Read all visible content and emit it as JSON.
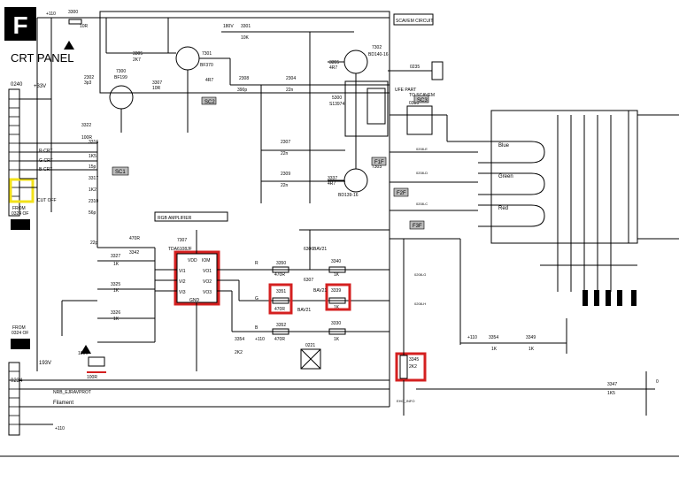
{
  "sheet": {
    "letter": "F",
    "panel_title": "CRT PANEL"
  },
  "labels": {
    "rgb_amplifier": "RGB AMPLIFIER",
    "scavem_circuit": "SCAVEM CIRCUIT",
    "ufe_part": "UFE PART",
    "to_scavem": "TO SCAVEM",
    "scavem_conn": "0383",
    "cut_off": "CUT OFF",
    "from_upper": "FROM",
    "from_upper_ref": "0324 OF",
    "from_lower": "FROM",
    "from_lower_ref": "0324 OF",
    "filament": "Filament",
    "ic_name": "TDA6108JF",
    "ic_ref": "7307",
    "ic_vdd": "VDD",
    "ic_gnd": "GND",
    "ic_iom": "IOM",
    "ic_vi1": "VI1",
    "ic_vi2": "VI2",
    "ic_vi3": "VI3",
    "ic_vo1": "VO1",
    "ic_vo2": "VO2",
    "ic_vo3": "VO3",
    "blue": "Blue",
    "green": "Green",
    "red": "Red",
    "conn_0240": "0240",
    "conn_0234": "0234",
    "v_193": "193V",
    "v_180": "180V",
    "v_p110": "+110",
    "v_p33v": "+33V",
    "sc1": "SC1",
    "sc2": "SC2",
    "sc3": "SC3",
    "f1f": "F1F",
    "f2f": "F2F",
    "f3f": "F3F",
    "rcrt": "R-CRT",
    "gcrt": "G-CRT",
    "bcrt": "B-CRT",
    "nrb": "NRB_EJRAVPROT",
    "eho": "EHO_INFO"
  },
  "transistors": [
    {
      "ref": "7300",
      "type": "BF199"
    },
    {
      "ref": "7301",
      "type": "BF370"
    },
    {
      "ref": "7302",
      "type": "BD140-16"
    },
    {
      "ref": "7303",
      "type": "BD139-16"
    }
  ],
  "components": {
    "r3300": "3300",
    "r3300v": "10R",
    "r3301": "3301",
    "r3301v": "10K",
    "r3305": "3305",
    "r3305v": "2K7",
    "r3307": "3307",
    "r3307v": "10R",
    "r3322": "3322",
    "r3322v": "100R",
    "r3316": "3316",
    "r3316v": "1K5",
    "r3317": "3317",
    "r3317v": "1K2",
    "r3342": "3342",
    "r3342v": "470R",
    "r3327": "3327",
    "r3327v": "1K",
    "r3325": "3325",
    "r3325v": "1K",
    "r3326": "3326",
    "r3326v": "1K",
    "r3350": "3350",
    "r3350v": "470R",
    "r3351": "3351",
    "r3351v": "470R",
    "r3352": "3352",
    "r3352v": "470R",
    "r3340": "3340",
    "r3340v": "1K",
    "r3339": "3339",
    "r3339v": "1K",
    "r3330": "3330",
    "r3330v": "1K",
    "r3354": "3354",
    "r3354v": "1K",
    "r3349": "3349",
    "r3349v": "1K",
    "r3347": "3347",
    "r3347v": "1K5",
    "r3345": "3345",
    "r3345v": "2K2",
    "r3355": "3355",
    "r3355v": "4R7",
    "r3337": "3337",
    "r3337v": "4R7",
    "r3332": "3332",
    "r3332v": "10K",
    "c2302": "2302",
    "c2302v": "3p3",
    "c2308": "2308",
    "c2308v": "390p",
    "c2304": "2304",
    "c2304v": "22n",
    "c2307": "2307",
    "c2307v": "22n",
    "c2309": "2309",
    "c2309v": "22n",
    "c2310": "2310",
    "c2310v": "56p",
    "c2311": "2311",
    "c2311v": "15p",
    "c2312": "2312",
    "c2312v": "22p",
    "d6306": "6306",
    "d6306v": "BAV21",
    "d6307": "6307",
    "d6307v": "BAV21",
    "d6308": "6308",
    "d6308v": "BAV21",
    "l5300": "5300",
    "l5300v": "S13974",
    "p0235": "0235",
    "p0221": "0221",
    "v3353": "3353",
    "v3354": "3354",
    "v2K2": "2K2"
  }
}
